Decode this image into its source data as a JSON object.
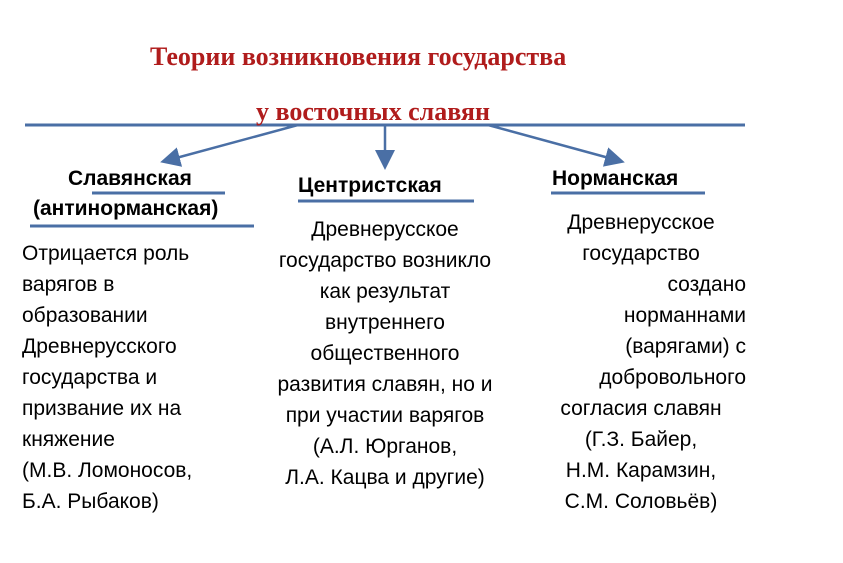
{
  "title": {
    "line1": "Теории возникновения государства",
    "line2": "у восточных славян"
  },
  "colors": {
    "title": "#b01c1c",
    "lines": "#4a6fa5"
  },
  "theories": {
    "slavic": {
      "heading_line1": "Славянская",
      "heading_line2": "(антинорманская)",
      "description": [
        "Отрицается роль",
        "варягов в",
        "образовании",
        "Древнерусского",
        "государства и",
        "призвание их на",
        "княжение",
        "(М.В. Ломоносов,",
        "Б.А. Рыбаков)"
      ]
    },
    "centrist": {
      "heading": "Центристская",
      "description": [
        "Древнерусское",
        "государство возникло",
        "как результат",
        "внутреннего",
        "общественного",
        "развития славян, но и",
        "при участии варягов",
        "(А.Л. Юрганов,",
        "Л.А. Кацва и другие)"
      ]
    },
    "norman": {
      "heading": "Норманская",
      "description": [
        "Древнерусское",
        "государство",
        "создано",
        "норманнами",
        "(варягами) с",
        "добровольного",
        "согласия славян",
        "(Г.З. Байер,",
        "Н.М. Карамзин,",
        "С.М. Соловьёв)"
      ]
    }
  }
}
